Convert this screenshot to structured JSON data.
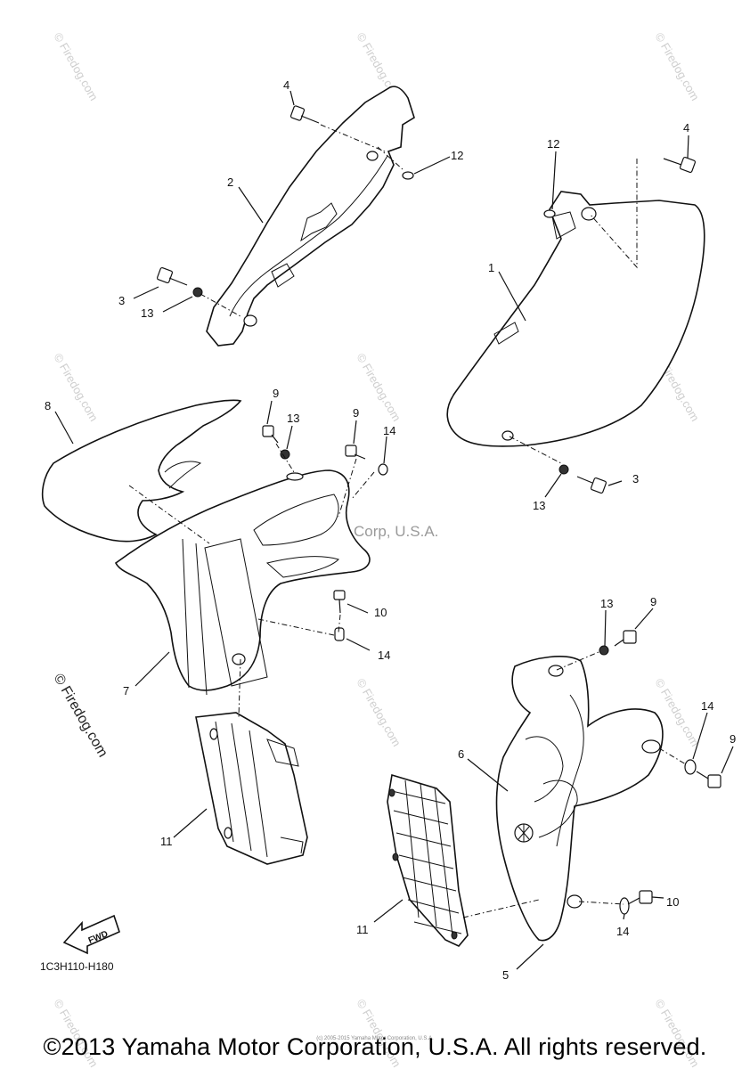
{
  "diagram": {
    "part_labels": {
      "p1": "1",
      "p2": "2",
      "p3a": "3",
      "p3b": "3",
      "p4a": "4",
      "p4b": "4",
      "p5": "5",
      "p6": "6",
      "p7": "7",
      "p8": "8",
      "p9a": "9",
      "p9b": "9",
      "p9c": "9",
      "p9d": "9",
      "p10a": "10",
      "p10b": "10",
      "p11a": "11",
      "p11b": "11",
      "p12a": "12",
      "p12b": "12",
      "p13a": "13",
      "p13b": "13",
      "p13c": "13",
      "p13d": "13",
      "p14a": "14",
      "p14b": "14",
      "p14c": "14",
      "p14d": "14"
    },
    "fwd_label": "FWD",
    "diagram_code": "1C3H110-H180",
    "center_watermark": "Yamaha Motor Corp, U.S.A.",
    "firedog_label": "© Firedog.com",
    "firedog_tile": "© Firedog.com"
  },
  "footer": {
    "copyright": "©2013 Yamaha Motor Corporation, U.S.A. All rights reserved.",
    "small_note": "(c) 2005-2015 Yamaha Motor Corporation, U.S.A."
  }
}
